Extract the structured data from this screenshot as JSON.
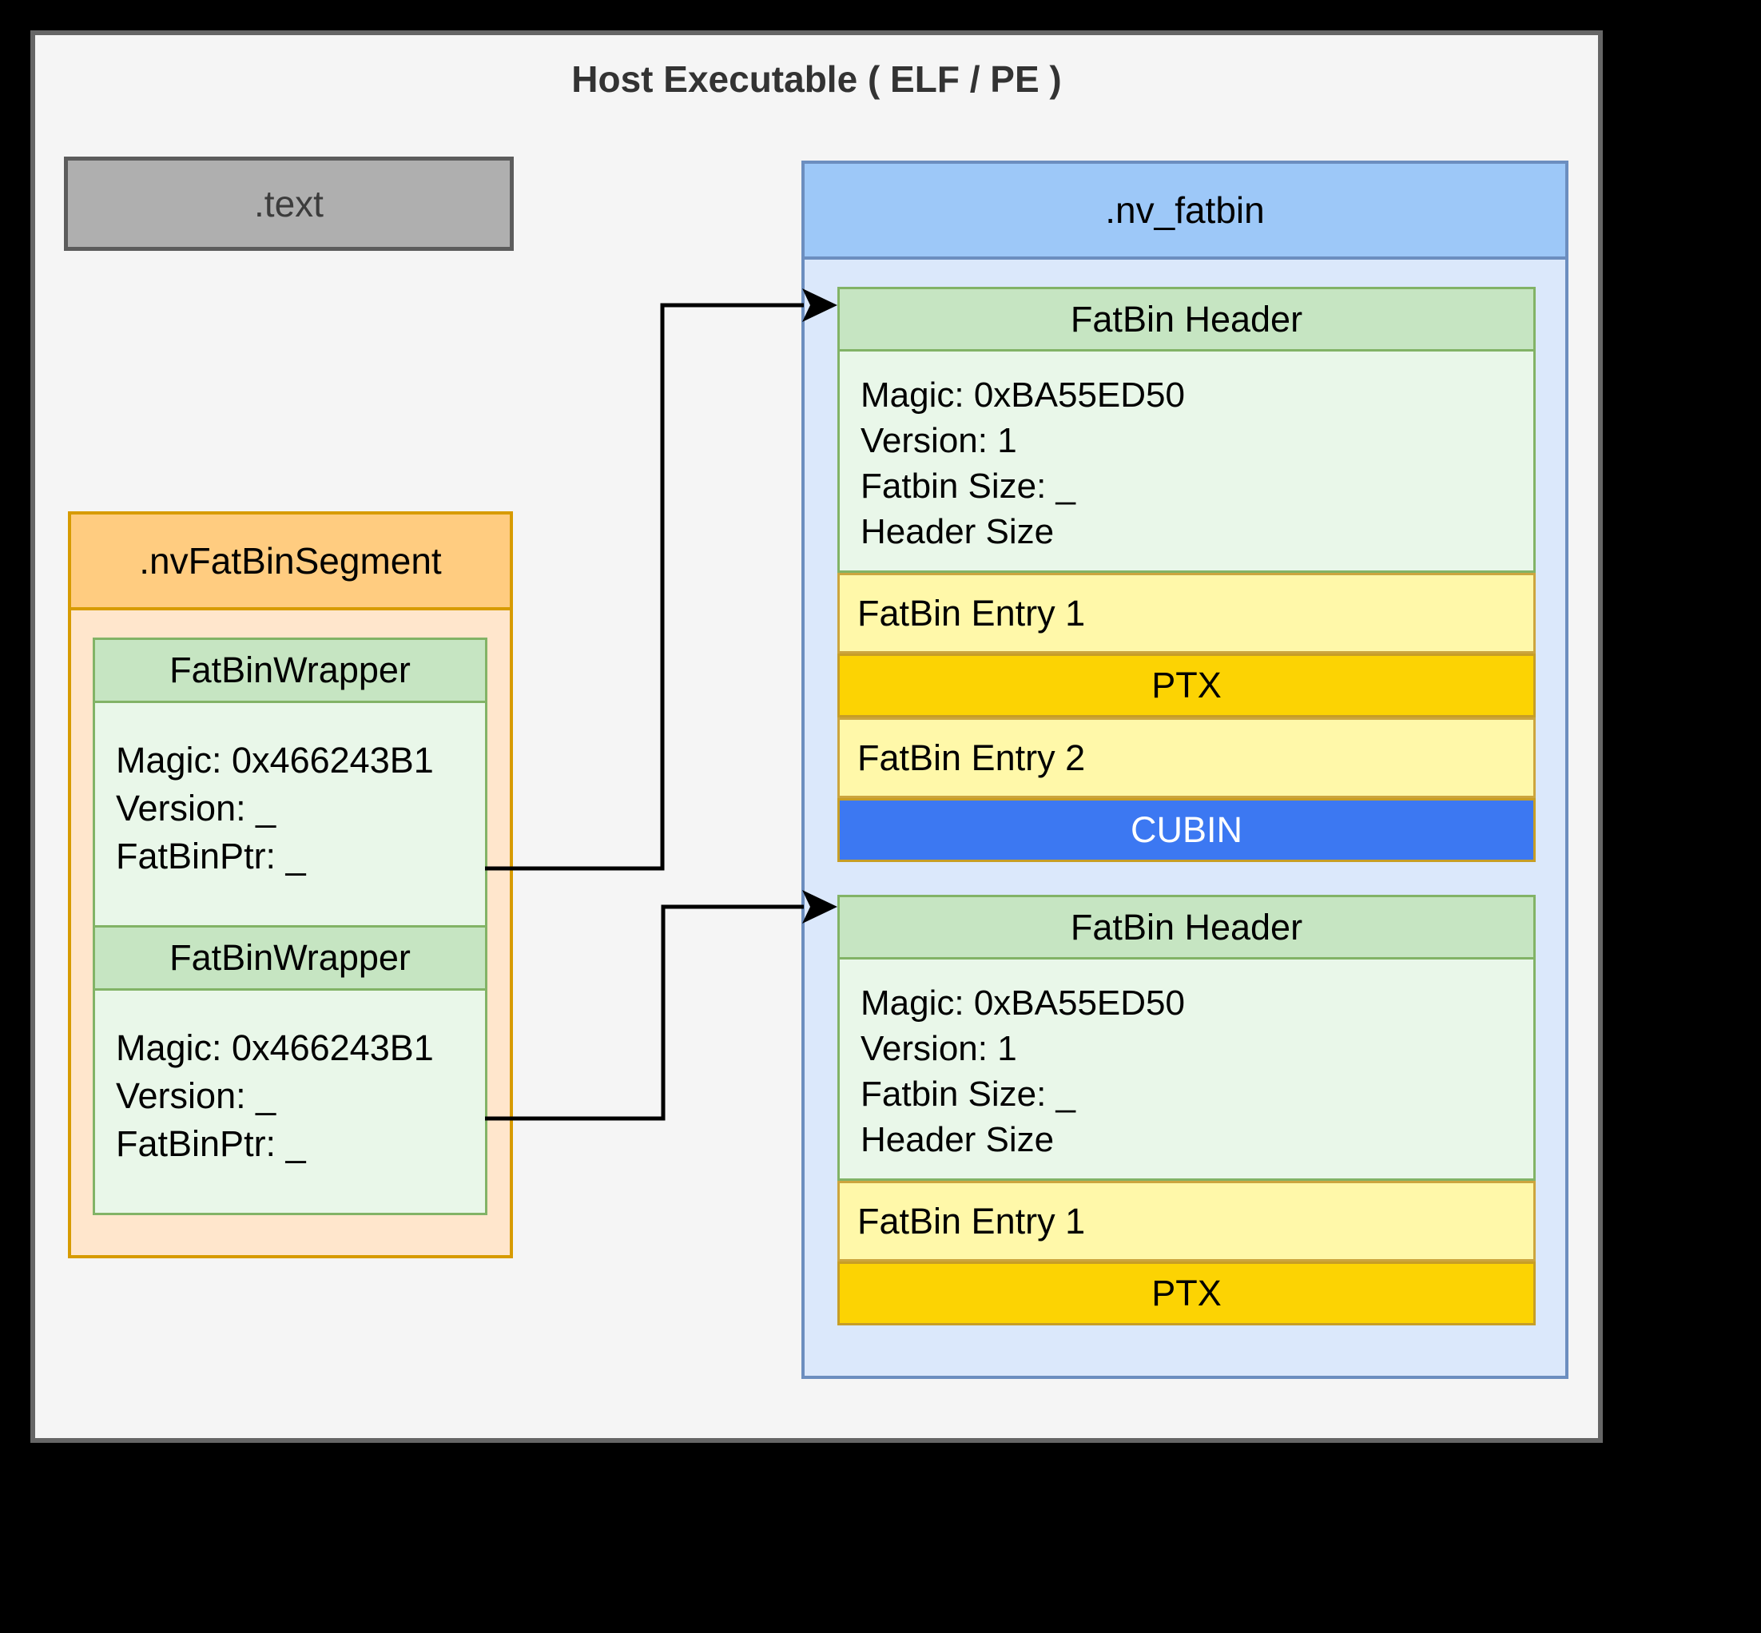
{
  "canvas": {
    "title": "Host Executable ( ELF / PE )"
  },
  "sections": {
    "text": {
      "label": ".text"
    },
    "segment": {
      "label": ".nvFatBinSegment",
      "wrappers": [
        {
          "title": "FatBinWrapper",
          "lines": [
            "Magic: 0x466243B1",
            "Version: _",
            "FatBinPtr: _"
          ]
        },
        {
          "title": "FatBinWrapper",
          "lines": [
            "Magic: 0x466243B1",
            "Version: _",
            "FatBinPtr: _"
          ]
        }
      ]
    },
    "nv_fatbin": {
      "label": ".nv_fatbin",
      "fatbins": [
        {
          "title": "FatBin Header",
          "lines": [
            "Magic: 0xBA55ED50",
            "Version: 1",
            "Fatbin Size: _",
            "Header Size"
          ],
          "entries": [
            {
              "label": "FatBin Entry 1",
              "kind": "entry"
            },
            {
              "label": "PTX",
              "kind": "ptx"
            },
            {
              "label": "FatBin Entry 2",
              "kind": "entry"
            },
            {
              "label": "CUBIN",
              "kind": "cubin"
            }
          ]
        },
        {
          "title": "FatBin Header",
          "lines": [
            "Magic: 0xBA55ED50",
            "Version: 1",
            "Fatbin Size: _",
            "Header Size"
          ],
          "entries": [
            {
              "label": "FatBin Entry 1",
              "kind": "entry"
            },
            {
              "label": "PTX",
              "kind": "ptx"
            }
          ]
        }
      ]
    }
  },
  "colors": {
    "page_background": "#000000",
    "canvas_background": "#F5F5F5",
    "canvas_border": "#666666",
    "text_section_fill": "#AFAFAF",
    "text_section_border": "#5C5C5C",
    "segment_header_fill": "#FFCC80",
    "segment_body_fill": "#FFE6CC",
    "segment_border": "#D79B00",
    "green_header_fill": "#C6E5C2",
    "green_body_fill": "#E9F7E9",
    "green_border": "#82B366",
    "blue_header_fill": "#9DC8F8",
    "blue_body_fill": "#DBE8FB",
    "blue_border": "#6C8EBF",
    "entry_fill": "#FFF8A9",
    "entry_border": "#CCA53E",
    "ptx_fill": "#FCD303",
    "cubin_fill": "#3C78F2",
    "arrow_color": "#000000"
  }
}
